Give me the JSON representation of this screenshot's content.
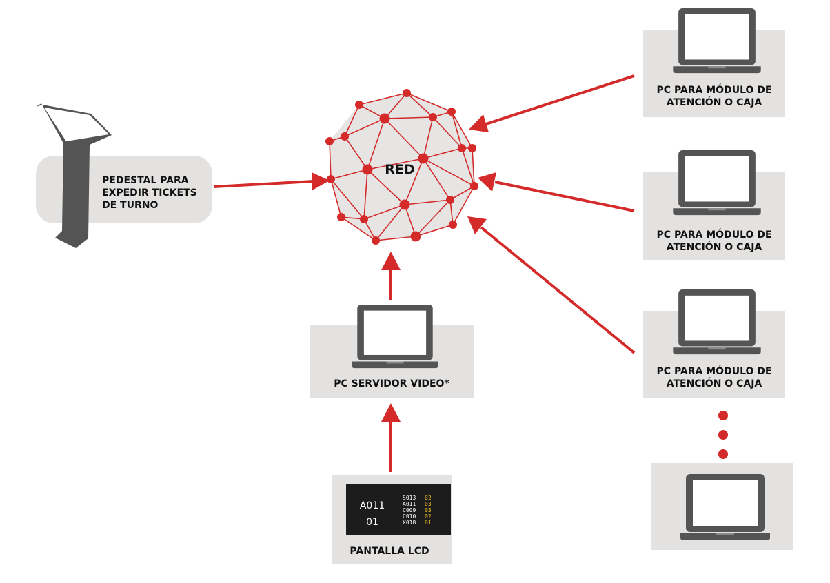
{
  "colors": {
    "accent": "#d42a2a",
    "box": "#e3e2e1",
    "device": "#545454"
  },
  "network": {
    "label": "RED"
  },
  "kiosk": {
    "label_lines": [
      "PEDESTAL PARA",
      "EXPEDIR TICKETS",
      "DE TURNO"
    ]
  },
  "server": {
    "label": "PC SERVIDOR VIDEO*"
  },
  "lcd": {
    "label": "PANTALLA LCD",
    "screen": {
      "current_turn": "A011",
      "current_module": "01",
      "rows": [
        {
          "turn": "S013",
          "module": "02"
        },
        {
          "turn": "A011",
          "module": "03"
        },
        {
          "turn": "C009",
          "module": "03"
        },
        {
          "turn": "C010",
          "module": "02"
        },
        {
          "turn": "X018",
          "module": "01"
        }
      ]
    }
  },
  "modules": [
    {
      "label_lines": [
        "PC PARA MÓDULO DE",
        "ATENCIÓN O CAJA"
      ]
    },
    {
      "label_lines": [
        "PC PARA MÓDULO DE",
        "ATENCIÓN O CAJA"
      ]
    },
    {
      "label_lines": [
        "PC PARA MÓDULO DE",
        "ATENCIÓN O CAJA"
      ]
    },
    {
      "label_lines": []
    }
  ]
}
